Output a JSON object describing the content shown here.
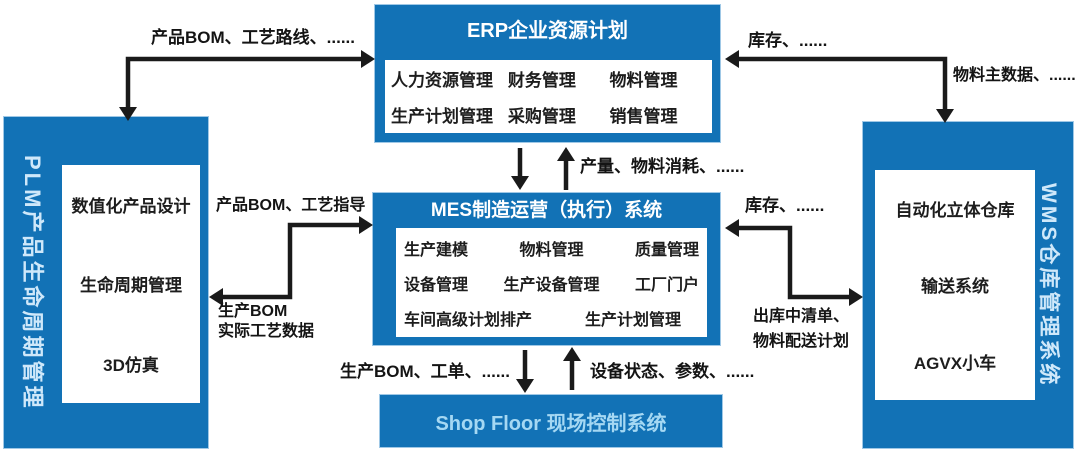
{
  "colors": {
    "box_blue": "#1272b6",
    "panel_white": "#ffffff",
    "title_white": "#ffffff",
    "vertical_label_light": "#cfe8fa",
    "shopfloor_text_lightblue": "#a5d8f3",
    "arrow_black": "#1a1a1a",
    "module_text_dark": "#1d1d1d"
  },
  "erp": {
    "title": "ERP企业资源计划",
    "modules": [
      "人力资源管理",
      "财务管理",
      "物料管理",
      "生产计划管理",
      "采购管理",
      "销售管理"
    ]
  },
  "mes": {
    "title": "MES制造运营（执行）系统",
    "row1": [
      "生产建模",
      "物料管理",
      "质量管理"
    ],
    "row2": [
      "设备管理",
      "生产设备管理",
      "工厂门户"
    ],
    "row3": [
      "车间高级计划排产",
      "生产计划管理"
    ]
  },
  "shopfloor": {
    "title": "Shop Floor 现场控制系统"
  },
  "plm": {
    "title": "PLM产品生命周期管理",
    "modules": [
      "数值化产品设计",
      "生命周期管理",
      "3D仿真"
    ]
  },
  "wms": {
    "title": "WMS仓库管理系统",
    "modules": [
      "自动化立体仓库",
      "输送系统",
      "AGVX小车"
    ]
  },
  "flows": {
    "plm_to_erp": "产品BOM、工艺路线、......",
    "wms_to_erp": "库存、......",
    "erp_to_wms": "物料主数据、......",
    "mes_to_erp": "产量、物料消耗、......",
    "plm_to_mes": "产品BOM、工艺指导",
    "mes_to_plm_line1": "生产BOM",
    "mes_to_plm_line2": "实际工艺数据",
    "wms_to_mes": "库存、......",
    "mes_to_wms_line1": "出库中清单、",
    "mes_to_wms_line2": "物料配送计划",
    "mes_to_sf": "生产BOM、工单、......",
    "sf_to_mes": "设备状态、参数、......"
  }
}
